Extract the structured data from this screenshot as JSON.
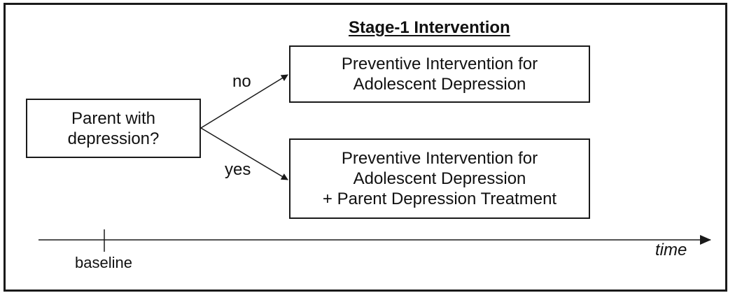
{
  "diagram": {
    "stage_title": "Stage-1 Intervention",
    "decision_box": {
      "line1": "Parent with",
      "line2": "depression?"
    },
    "branch_no": {
      "label": "no",
      "box_line1": "Preventive Intervention for",
      "box_line2": "Adolescent Depression"
    },
    "branch_yes": {
      "label": "yes",
      "box_line1": "Preventive Intervention for",
      "box_line2": "Adolescent Depression",
      "box_line3": "+ Parent Depression Treatment"
    },
    "timeline": {
      "axis_label": "time",
      "tick_label": "baseline"
    }
  }
}
